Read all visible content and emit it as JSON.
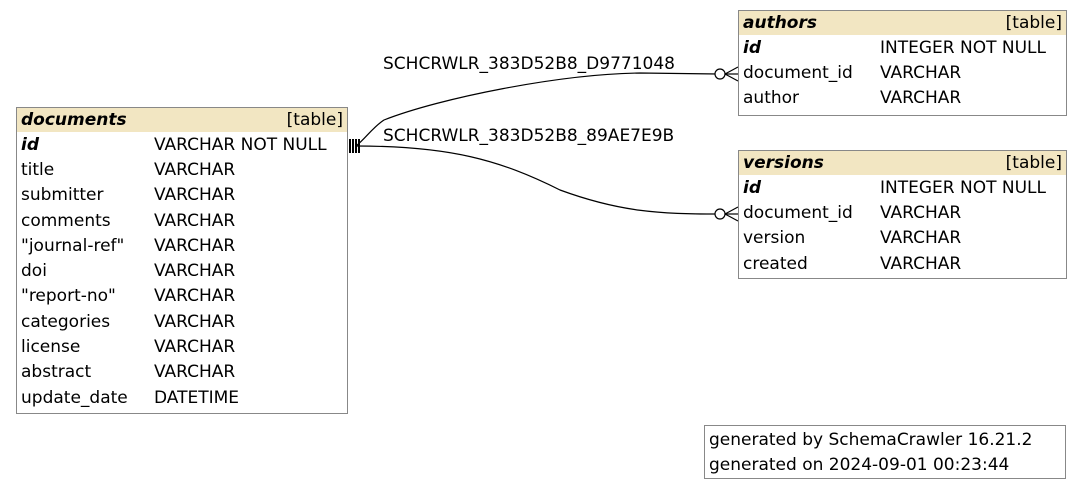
{
  "tables": {
    "documents": {
      "name": "documents",
      "kind": "[table]",
      "columns": [
        {
          "name": "id",
          "type": "VARCHAR NOT NULL"
        },
        {
          "name": "title",
          "type": "VARCHAR"
        },
        {
          "name": "submitter",
          "type": "VARCHAR"
        },
        {
          "name": "comments",
          "type": "VARCHAR"
        },
        {
          "name": "\"journal-ref\"",
          "type": "VARCHAR"
        },
        {
          "name": "doi",
          "type": "VARCHAR"
        },
        {
          "name": "\"report-no\"",
          "type": "VARCHAR"
        },
        {
          "name": "categories",
          "type": "VARCHAR"
        },
        {
          "name": "license",
          "type": "VARCHAR"
        },
        {
          "name": "abstract",
          "type": "VARCHAR"
        },
        {
          "name": "update_date",
          "type": "DATETIME"
        }
      ]
    },
    "authors": {
      "name": "authors",
      "kind": "[table]",
      "columns": [
        {
          "name": "id",
          "type": "INTEGER NOT NULL"
        },
        {
          "name": "document_id",
          "type": "VARCHAR"
        },
        {
          "name": "author",
          "type": "VARCHAR"
        }
      ]
    },
    "versions": {
      "name": "versions",
      "kind": "[table]",
      "columns": [
        {
          "name": "id",
          "type": "INTEGER NOT NULL"
        },
        {
          "name": "document_id",
          "type": "VARCHAR"
        },
        {
          "name": "version",
          "type": "VARCHAR"
        },
        {
          "name": "created",
          "type": "VARCHAR"
        }
      ]
    }
  },
  "relationships": [
    {
      "label": "SCHCRWLR_383D52B8_D9771048"
    },
    {
      "label": "SCHCRWLR_383D52B8_89AE7E9B"
    }
  ],
  "footer": {
    "line1": "generated by SchemaCrawler 16.21.2",
    "line2": "generated on 2024-09-01 00:23:44"
  }
}
